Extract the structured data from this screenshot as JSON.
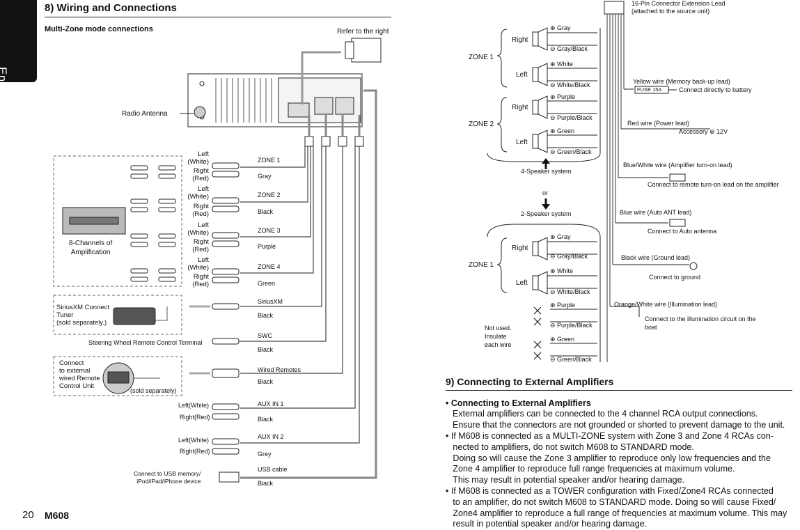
{
  "language_tab": "English",
  "footer": {
    "page_number": "20",
    "model": "M608"
  },
  "left": {
    "section_title": "8) Wiring and Connections",
    "subtitle": "Multi-Zone mode connections",
    "refer_right": "Refer to the right",
    "radio_antenna": "Radio Antenna",
    "amp_label": "8-Channels of\nAmplification",
    "rca_pairs": [
      {
        "left_label": "Left\n(White)",
        "right_label": "Right\n(Red)",
        "zone": "ZONE 1",
        "color": "Gray"
      },
      {
        "left_label": "Left\n(White)",
        "right_label": "Right\n(Red)",
        "zone": "ZONE 2",
        "color": "Black"
      },
      {
        "left_label": "Left\n(White)",
        "right_label": "Right\n(Red)",
        "zone": "ZONE 3",
        "color": "Purple"
      },
      {
        "left_label": "Left\n(White)",
        "right_label": "Right\n(Red)",
        "zone": "ZONE 4",
        "color": "Green"
      }
    ],
    "sirius": {
      "box_label": "SiriusXM Connect\nTuner\n(sold separately.)",
      "name": "SiriusXM",
      "color": "Black"
    },
    "swc": {
      "label": "Steering Wheel Remote Control Terminal",
      "name": "SWC",
      "color": "Black"
    },
    "remote": {
      "box_label": "Connect\nto external\nwired Remote\nControl Unit",
      "sold": "(sold separately)",
      "name": "Wired Remotes",
      "color": "Black"
    },
    "aux1": {
      "left": "Left(White)",
      "right": "Right(Red)",
      "name": "AUX IN 1",
      "color": "Black"
    },
    "aux2": {
      "left": "Left(White)",
      "right": "Right(Red)",
      "name": "AUX IN 2",
      "color": "Grey"
    },
    "usb": {
      "label": "Connect to USB memory/\niPod/iPad/iPhone device",
      "name": "USB cable",
      "color": "Black"
    }
  },
  "right": {
    "connector_label": "16-Pin Connector Extension Lead\n(attached to the source unit)",
    "zone1": "ZONE 1",
    "zone2": "ZONE 2",
    "zone1b": "ZONE 1",
    "right_word": "Right",
    "left_word": "Left",
    "wire_colors": [
      "⊕ Gray",
      "⊖ Gray/Black",
      "⊕ White",
      "⊖ White/Black",
      "⊕ Purple",
      "⊖ Purple/Black",
      "⊕ Green",
      "⊖ Green/Black"
    ],
    "four_speaker": "4-Speaker system",
    "or_word": "or",
    "two_speaker": "2-Speaker system",
    "not_used": "Not used.\nInsulate\neach wire",
    "yellow_wire": "Yellow wire (Memory back-up lead)",
    "fuse": "FUSE 15A",
    "connect_battery": "Connect directly to battery",
    "red_wire": "Red wire (Power lead)",
    "accessory": "Accessory  ⊕ 12V",
    "blue_white_wire": "Blue/White wire (Amplifier turn-on lead)",
    "connect_remote": "Connect to remote turn-on lead on the amplifier",
    "blue_wire": "Blue wire (Auto ANT lead)",
    "connect_antenna": "Connect to Auto antenna",
    "black_wire": "Black wire (Ground lead)",
    "connect_ground": "Connect to ground",
    "orange_wire": "Orange/White wire (Illumination lead)",
    "connect_illum": "Connect to the illumination circuit on the\nboat",
    "section9_title": "9) Connecting to External Amplifiers",
    "bullet1_title": "• Connecting to External Amplifiers",
    "bullet1_text": "External amplifiers can be connected to the 4 channel RCA output connections.\nEnsure that the connectors are not grounded or shorted to prevent damage to the unit.",
    "bullet2": "• If M608 is connected as a MULTI-ZONE system with Zone 3 and Zone 4 RCAs con-\n   nected to amplifiers, do not switch M608 to STANDARD mode.\n   Doing so will cause the Zone 3 amplifier to reproduce only low frequencies and the\n   Zone 4 amplifier to reproduce full range frequencies at maximum volume.\n   This may result in potential speaker and/or hearing damage.",
    "bullet3": "• If M608 is connected as a TOWER configuration with Fixed/Zone4 RCAs connected\n   to an amplifier, do not switch M608 to STANDARD mode. Doing so will cause Fixed/\n   Zone4 amplifier to reproduce a full range of frequencies at maximum volume. This may\n   result in potential speaker and/or hearing damage."
  }
}
